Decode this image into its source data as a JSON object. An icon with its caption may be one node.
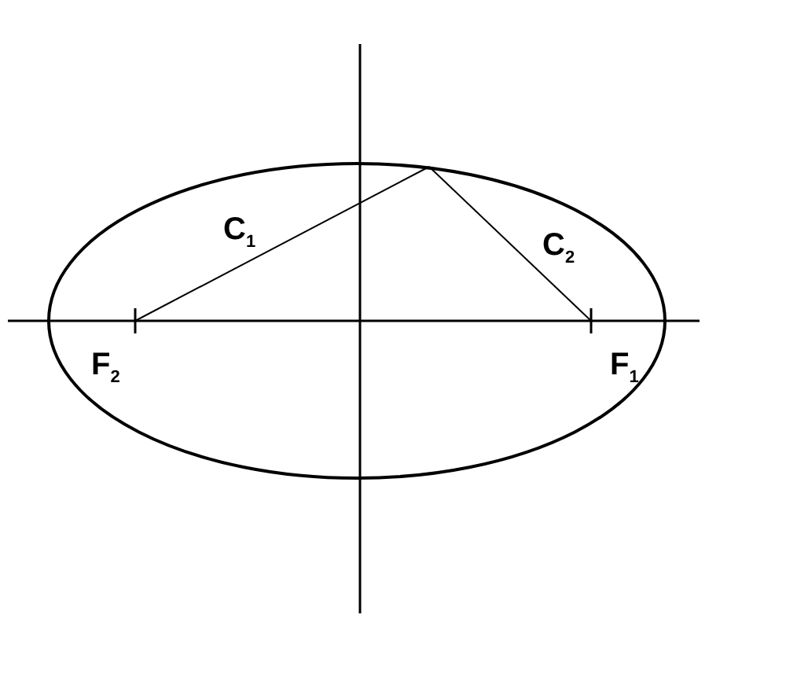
{
  "diagram": {
    "labels": [
      "C$_{1}$",
      "C$_{2}$",
      "F$_{2}$",
      "F$_{1}$"
    ]
  }
}
